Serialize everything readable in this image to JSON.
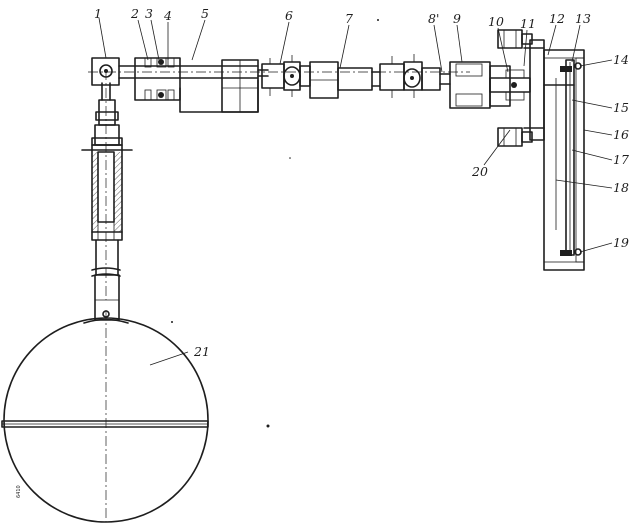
{
  "labels": {
    "l1": "1",
    "l2": "2",
    "l3": "3",
    "l4": "4",
    "l5": "5",
    "l6": "6",
    "l7": "7",
    "l8": "8'",
    "l9": "9",
    "l10": "10",
    "l11": "11",
    "l12": "12",
    "l13": "13",
    "l14": "14",
    "l15": "15",
    "l16": "16",
    "l17": "17",
    "l18": "18",
    "l19": "19",
    "l20": "20",
    "l21": "21"
  },
  "corner_mark": "6410"
}
